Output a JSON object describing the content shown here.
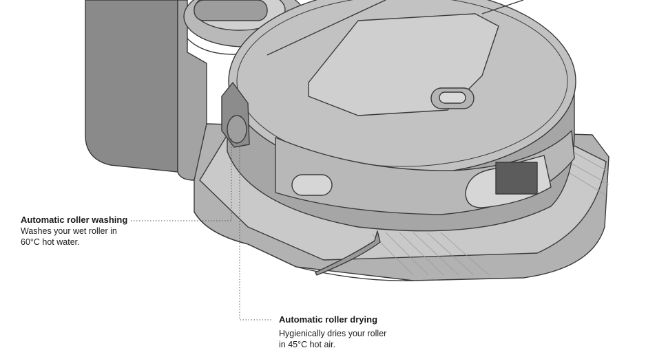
{
  "illustration": {
    "subject": "robot vacuum cleaner docked in base station",
    "colors": {
      "body_light": "#c4c4c4",
      "body_mid": "#a9a9a9",
      "body_dark": "#7d7d7d",
      "outline": "#3a3a3a",
      "leader_line": "#555555"
    }
  },
  "callouts": {
    "washing": {
      "title": "Automatic roller washing",
      "description": "Washes your wet roller in 60°C hot water."
    },
    "drying": {
      "title": "Automatic roller drying",
      "description": "Hygienically dries your roller in 45°C hot air."
    }
  }
}
